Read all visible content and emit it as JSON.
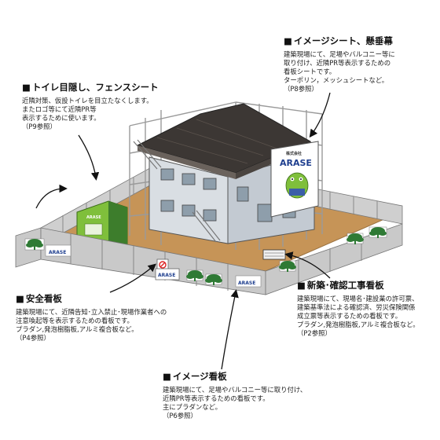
{
  "callouts": {
    "image_sheet": {
      "title": "イメージシート、懸垂幕",
      "lines": [
        "建築現場にて、足場やバルコニー等に",
        "取り付け、近隣PR等表示するための",
        "看板シートです。",
        "ターポリン，メッシュシートなど。",
        "（P8参照）"
      ]
    },
    "toilet_fence": {
      "title": "トイレ目隠し、フェンスシート",
      "lines": [
        "近隣対策、仮設トイレを目立たなくします。",
        "またロゴ等にて近隣PR等",
        "表示するために使います。",
        "（P9参照）"
      ]
    },
    "safety_sign": {
      "title": "安全看板",
      "lines": [
        "建築現場にて、近隣告知･立入禁止･現場作業者への",
        "注意喚起等を表示するための看板です。",
        "プラダン,発泡樹脂板,アルミ複合板など。",
        "（P4参照）"
      ]
    },
    "construction_sign": {
      "title": "新築･確認工事看板",
      "lines": [
        "建築現場にて、現場名･建設業の許可票、",
        "建築基準法による確認済、労災保険関係",
        "成立票等表示するための看板です。",
        "プラダン,発泡樹脂板,アルミ複合板など。",
        "（P2参照）"
      ]
    },
    "image_board": {
      "title": "イメージ看板",
      "lines": [
        "建築現場にて、足場やバルコニー等に取り付け、",
        "近隣PR等表示するための看板です。",
        "主にプラダンなど。",
        "（P6参照）"
      ]
    }
  },
  "brand": {
    "name": "ARASE",
    "small_text": "株式会社"
  },
  "colors": {
    "ground": "#c69457",
    "fence": "#c9c9c9",
    "roof": "#3c3734",
    "wall": "#cfd5dc",
    "window": "#8e9eab",
    "scaffold": "#9a9a9a",
    "sheet_green": "#7fbf3b",
    "tree_green": "#2f7a35"
  },
  "icons": {
    "arrow": "curved-arrow-icon",
    "tree": "tree-logo-icon",
    "mascot": "frog-mascot-icon"
  }
}
